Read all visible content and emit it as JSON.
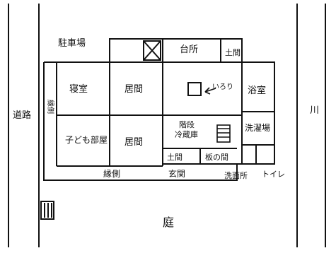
{
  "colors": {
    "ink": "#111111",
    "paper": "#ffffff"
  },
  "labels": {
    "road": "道路",
    "parking": "駐車場",
    "river": "川",
    "kitchen": "台所",
    "doma_kitchen": "土間",
    "bedroom": "寝室",
    "living_room_top": "居間",
    "living_room_bottom": "居間",
    "irori": "いろり",
    "bath": "浴室",
    "engawa_side": "縁側",
    "kids_room": "子ども部屋",
    "stairs_area": "階段\n冷蔵庫",
    "laundry": "洗濯場",
    "doma_entrance": "土間",
    "wood_floor_room": "板の間",
    "engawa_bottom": "縁側",
    "entrance": "玄関",
    "washroom": "洗面所",
    "toilet": "トイレ",
    "garden": "庭"
  },
  "icons": {
    "chimney": "chimney-x-icon",
    "hearth": "hearth-square-icon",
    "stairs": "stairs-icon",
    "hatch": "hatch-lines-icon",
    "arrow": "pointer-arrow-icon"
  }
}
